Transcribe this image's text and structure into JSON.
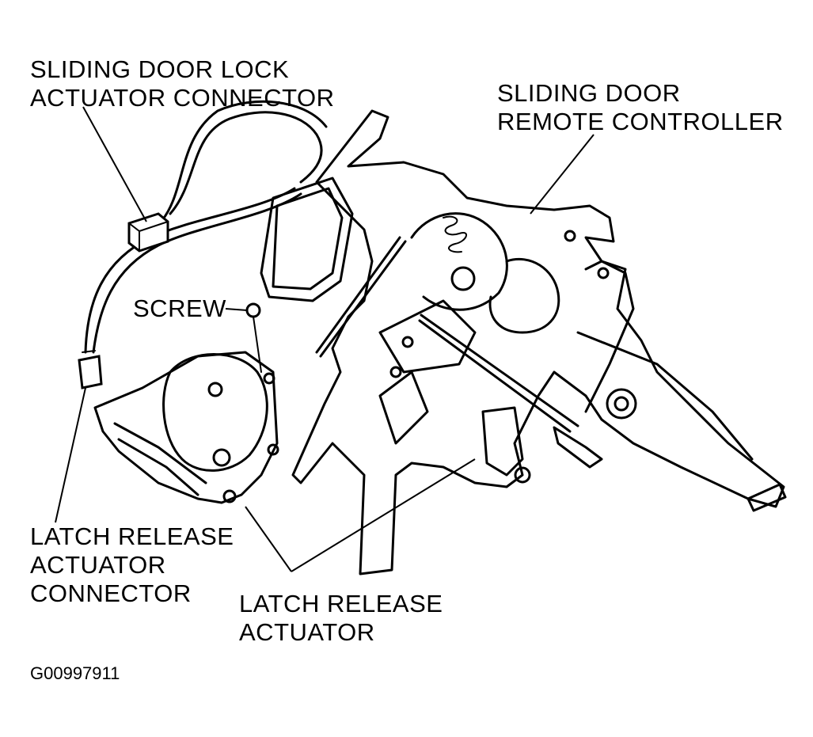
{
  "labels": {
    "lock_actuator_connector": [
      "SLIDING DOOR LOCK",
      "ACTUATOR CONNECTOR"
    ],
    "remote_controller": [
      "SLIDING DOOR",
      "REMOTE CONTROLLER"
    ],
    "screw": "SCREW",
    "latch_release_actuator_connector": [
      "LATCH RELEASE",
      "ACTUATOR",
      "CONNECTOR"
    ],
    "latch_release_actuator": [
      "LATCH RELEASE",
      "ACTUATOR"
    ]
  },
  "figure_id": "G00997911"
}
